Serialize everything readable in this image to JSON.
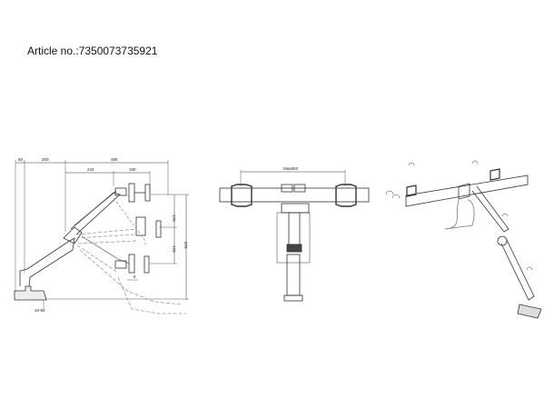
{
  "article": {
    "label": "Article no.:7350073735921"
  },
  "side_view": {
    "dimensions": {
      "base_depth": "60",
      "reach_inner": "200",
      "reach_total": "495",
      "arm_segment": "242",
      "head_segment": "180",
      "height_upper": "170",
      "height_lower": "170",
      "height_total": "575",
      "tilt_offset": "8",
      "desk_thickness": "10-50"
    }
  },
  "front_view": {
    "dimensions": {
      "span": "Max663"
    }
  },
  "colors": {
    "line": "#333333",
    "dashed": "#999999",
    "background": "#ffffff"
  }
}
